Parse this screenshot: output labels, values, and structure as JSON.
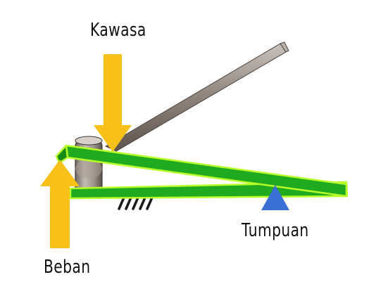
{
  "labels": {
    "effort": "Kawasa",
    "fulcrum": "Tumpuan",
    "load": "Beban"
  },
  "colors": {
    "arrow": "#f8c11a",
    "lever": "#1faa1f",
    "lever_outline": "#b8ff2a",
    "fulcrum": "#3a6fd4",
    "handle": "#7b7067",
    "pivot": "#8a817b",
    "ground": "#1a1a1a"
  }
}
